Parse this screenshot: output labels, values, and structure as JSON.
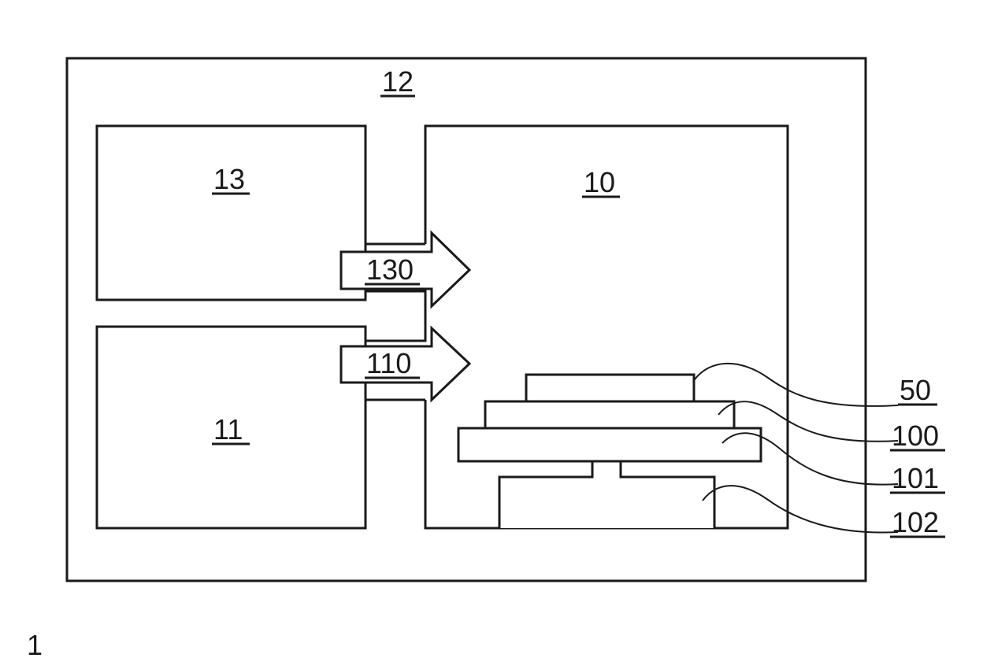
{
  "figure": {
    "labels": {
      "outer": "12",
      "box_top_left": "13",
      "box_bottom_left": "11",
      "box_right": "10",
      "arrow_top": "130",
      "arrow_bottom": "110",
      "layer_top": "50",
      "layer_second": "100",
      "layer_third": "101",
      "layer_base": "102",
      "figure_ref": "1"
    },
    "colors": {
      "line": "#1a1a1a",
      "background": "#ffffff"
    }
  }
}
